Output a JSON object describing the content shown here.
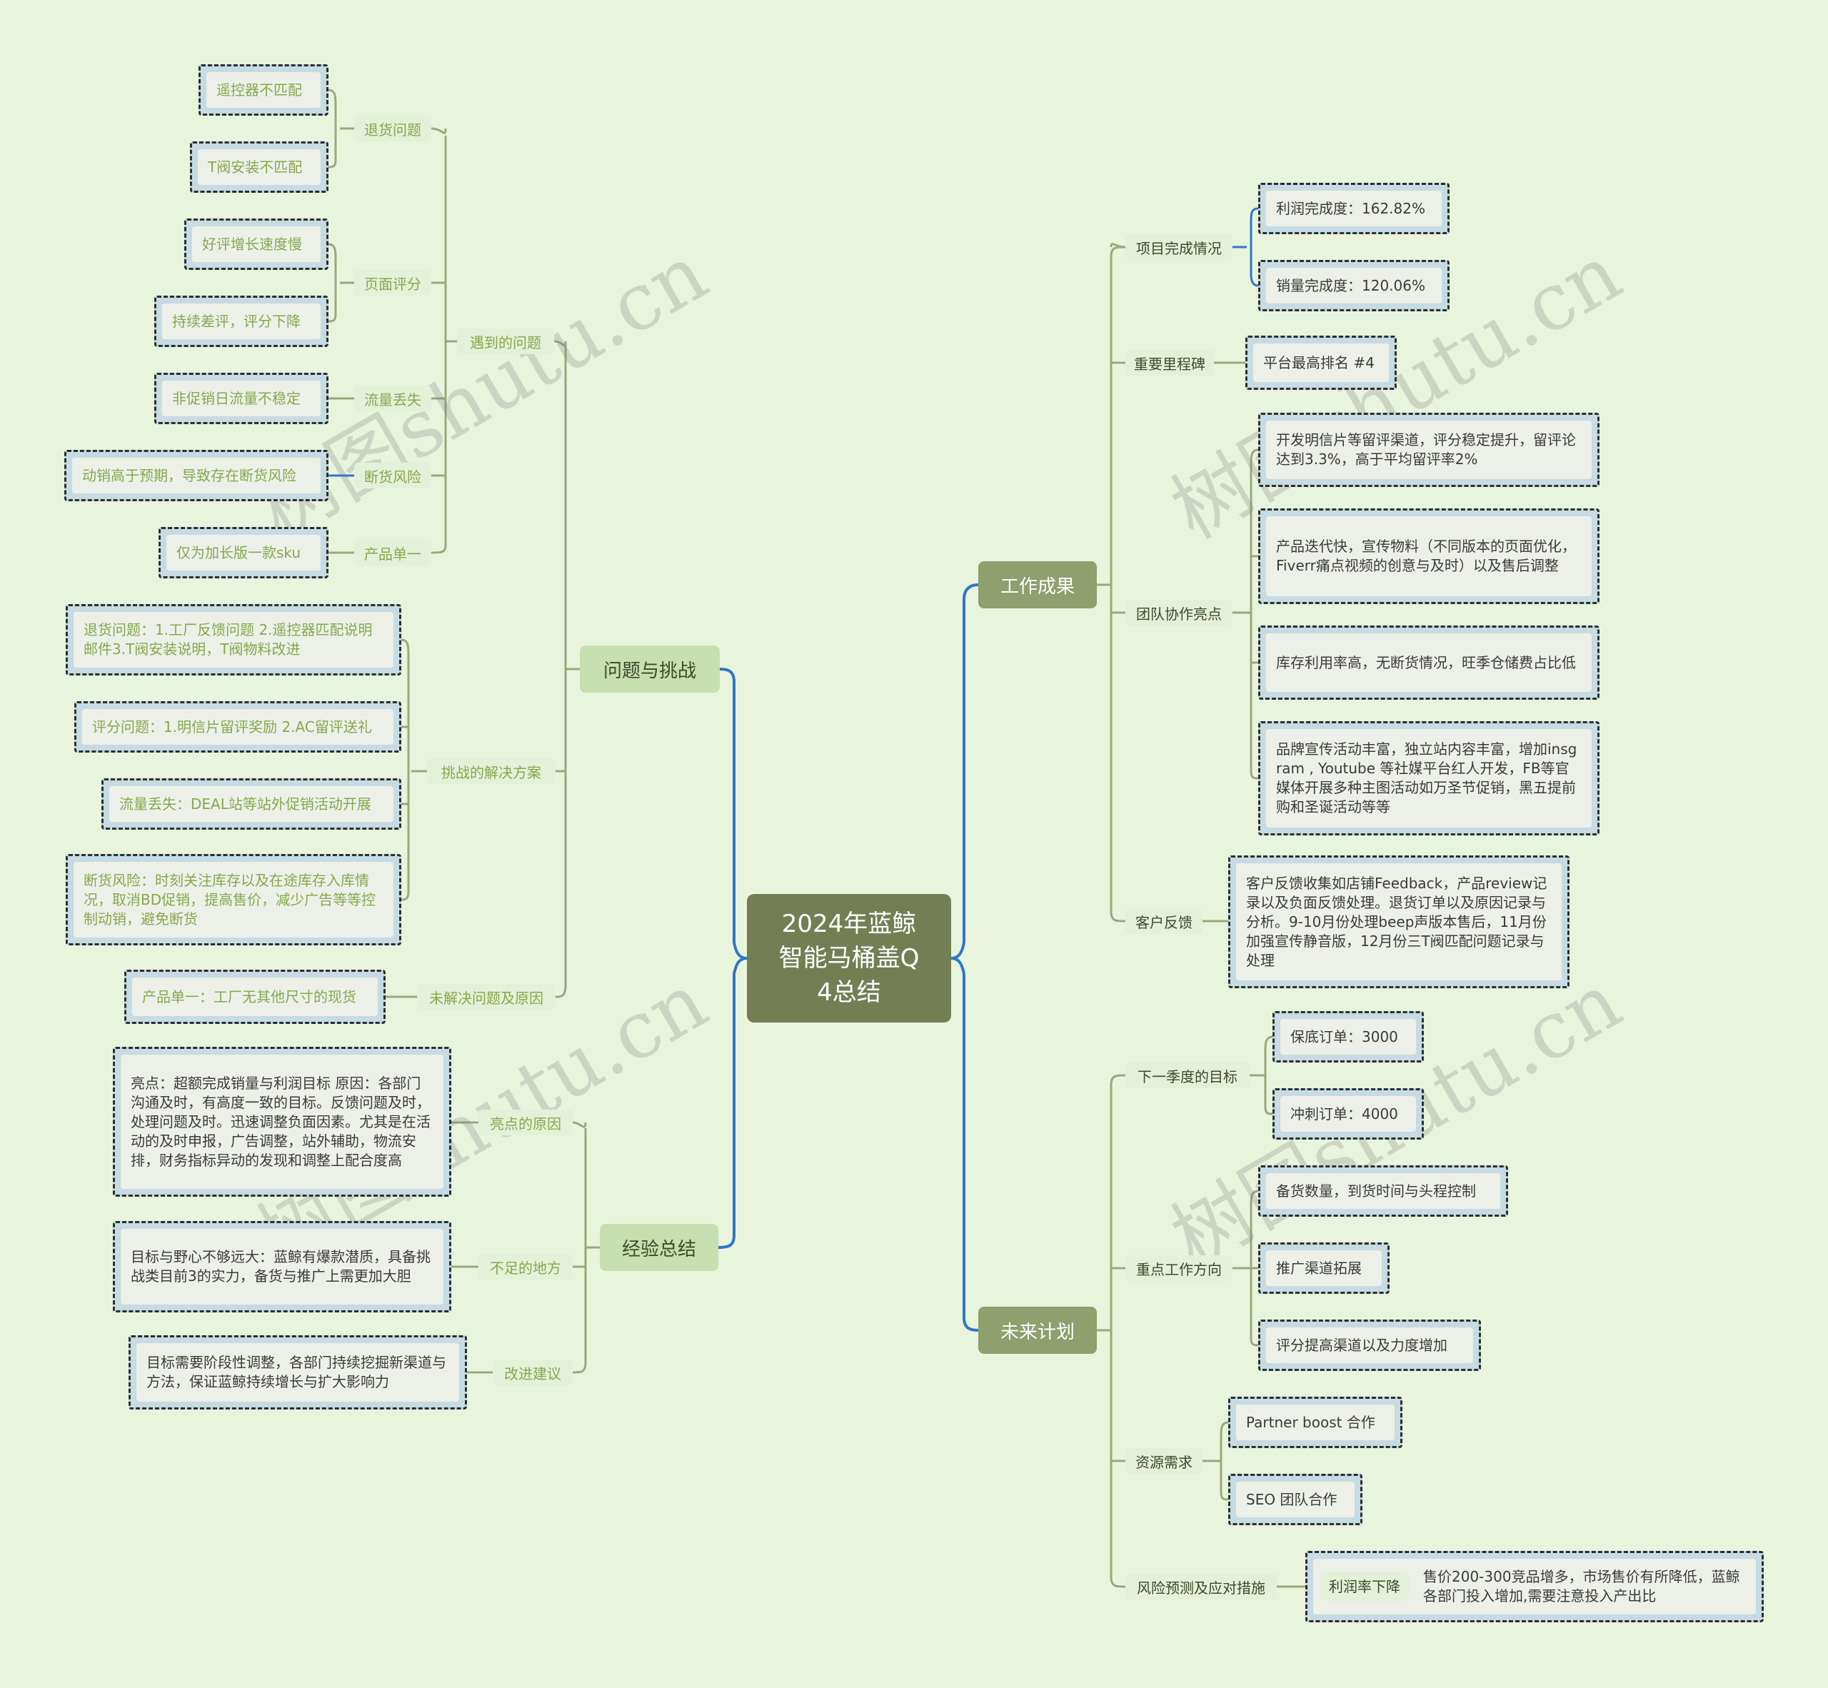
{
  "root": "2024年蓝鲸\n智能马桶盖Q\n4总结",
  "right": {
    "achievements": {
      "label": "工作成果",
      "project": {
        "label": "项目完成情况",
        "profit": "利润完成度：162.82%",
        "sales": "销量完成度：120.06%"
      },
      "milestone": {
        "label": "重要里程碑",
        "rank": "平台最高排名 #4"
      },
      "team": {
        "label": "团队协作亮点",
        "items": [
          "开发明信片等留评渠道，评分稳定提升，留评论达到3.3%，高于平均留评率2%",
          "产品迭代快，宣传物料（不同版本的页面优化，Fiverr痛点视频的创意与及时）以及售后调整",
          "库存利用率高，无断货情况，旺季仓储费占比低",
          "品牌宣传活动丰富，独立站内容丰富，增加insgram , Youtube 等社媒平台红人开发，FB等官媒体开展多种主图活动如万圣节促销，黑五提前购和圣诞活动等等"
        ]
      },
      "feedback": {
        "label": "客户反馈",
        "text": "客户反馈收集如店铺Feedback，产品review记录以及负面反馈处理。退货订单以及原因记录与分析。9-10月份处理beep声版本售后，11月份加强宣传静音版，12月份三T阀匹配问题记录与处理"
      }
    },
    "plan": {
      "label": "未来计划",
      "goal": {
        "label": "下一季度的目标",
        "base": "保底订单：3000",
        "stretch": "冲刺订单：4000"
      },
      "focus": {
        "label": "重点工作方向",
        "items": [
          "备货数量，到货时间与头程控制",
          "推广渠道拓展",
          "评分提高渠道以及力度增加"
        ]
      },
      "resource": {
        "label": "资源需求",
        "items": [
          "Partner boost 合作",
          "SEO 团队合作"
        ]
      },
      "risk": {
        "label": "风险预测及应对措施",
        "item": "利润率下降",
        "detail": "售价200-300竞品增多，市场售价有所降低，蓝鲸各部门投入增加,需要注意投入产出比"
      }
    }
  },
  "left": {
    "problems": {
      "label": "问题与挑战",
      "encountered": {
        "label": "遇到的问题",
        "returns": {
          "label": "退货问题",
          "items": [
            "遥控器不匹配",
            "T阀安装不匹配"
          ]
        },
        "rating": {
          "label": "页面评分",
          "items": [
            "好评增长速度慢",
            "持续差评，评分下降"
          ]
        },
        "traffic": {
          "label": "流量丢失",
          "item": "非促销日流量不稳定"
        },
        "stockout": {
          "label": "断货风险",
          "item": "动销高于预期，导致存在断货风险"
        },
        "single": {
          "label": "产品单一",
          "item": "仅为加长版一款sku"
        }
      },
      "solutions": {
        "label": "挑战的解决方案",
        "items": [
          "退货问题：1.工厂反馈问题 2.遥控器匹配说明邮件3.T阀安装说明，T阀物料改进",
          "评分问题：1.明信片留评奖励 2.AC留评送礼",
          "流量丢失：DEAL站等站外促销活动开展",
          "断货风险：时刻关注库存以及在途库存入库情况，取消BD促销，提高售价，减少广告等等控制动销，避免断货"
        ]
      },
      "unsolved": {
        "label": "未解决问题及原因",
        "item": "产品单一：工厂无其他尺寸的现货"
      }
    },
    "experience": {
      "label": "经验总结",
      "highlights": {
        "label": "亮点的原因",
        "text": "亮点：超额完成销量与利润目标 原因：各部门沟通及时，有高度一致的目标。反馈问题及时，处理问题及时。迅速调整负面因素。尤其是在活动的及时申报，广告调整，站外辅助，物流安排，财务指标异动的发现和调整上配合度高"
      },
      "shortcomings": {
        "label": "不足的地方",
        "text": "目标与野心不够远大：蓝鲸有爆款潜质，具备挑战类目前3的实力，备货与推广上需更加大胆"
      },
      "improve": {
        "label": "改进建议",
        "text": "目标需要阶段性调整，各部门持续挖掘新渠道与方法，保证蓝鲸持续增长与扩大影响力"
      }
    }
  },
  "watermark": "树图shutu.cn",
  "colors": {
    "background": "#e9f4dd",
    "root": "#737f53",
    "branch_line": "#2d78c8",
    "sub_line": "#9aa87a"
  }
}
